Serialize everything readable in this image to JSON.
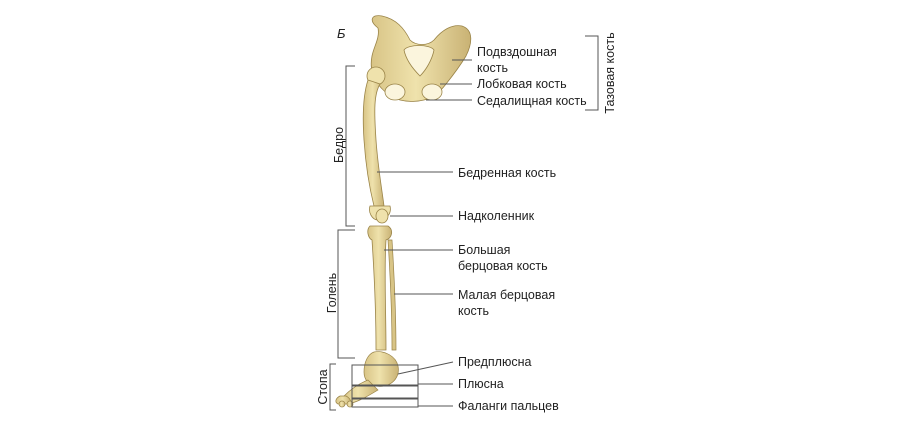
{
  "figure": {
    "panel_letter": "Б",
    "labels": {
      "ilium": [
        "Подвздошная",
        "кость"
      ],
      "pubis": "Лобковая кость",
      "ischium": "Седалищная кость",
      "femur": "Бедренная кость",
      "patella": "Надколенник",
      "tibia": [
        "Большая",
        "берцовая кость"
      ],
      "fibula": [
        "Малая берцовая",
        "кость"
      ],
      "tarsus": "Предплюсна",
      "metatarsus": "Плюсна",
      "phalanges": "Фаланги пальцев"
    },
    "groups": {
      "pelvis": "Тазовая кость",
      "thigh": "Бедро",
      "shin": "Голень",
      "foot": "Стопа"
    }
  },
  "colors": {
    "bone": "#e8d9a0",
    "bone_shade": "#c9b274",
    "bone_outline": "#9a8448",
    "leader_line": "#555555"
  }
}
